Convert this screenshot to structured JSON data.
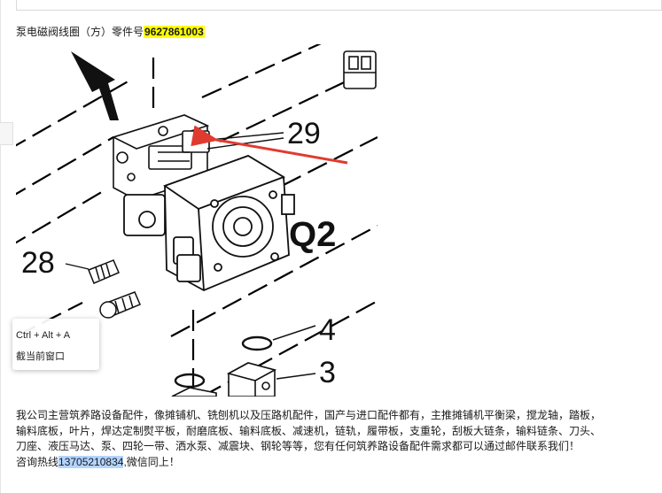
{
  "doc": {
    "title_prefix": "泵电磁阀线圈（方）零件号",
    "part_number": "9627861003"
  },
  "figure": {
    "callouts": [
      "29",
      "Q2",
      "28",
      "4",
      "3"
    ]
  },
  "tooltip": {
    "keys": "Ctrl + Alt + A",
    "label": "截当前窗口"
  },
  "body": {
    "line1": "我公司主营筑养路设备配件，像摊铺机、铣刨机以及压路机配件，国产与进口配件都有，主推摊铺机平衡梁，搅龙轴，踏板，",
    "line2": "输料底板，叶片，焊达定制熨平板，耐磨底板、输料底板、减速机，链轨，履带板，支重轮，刮板大链条，输料链条、刀头、",
    "line3": "刀座、液压马达、泵、四轮一带、洒水泵、减震块、钢轮等等，您有任何筑养路设备配件需求都可以通过邮件联系我们！",
    "hotline_prefix": "咨询热线",
    "hotline_number": "13705210834",
    "hotline_suffix": ",微信同上！"
  },
  "colors": {
    "part_highlight": "#ffff00",
    "phone_highlight": "#b3d4ff",
    "arrow": "#e03b2f"
  }
}
